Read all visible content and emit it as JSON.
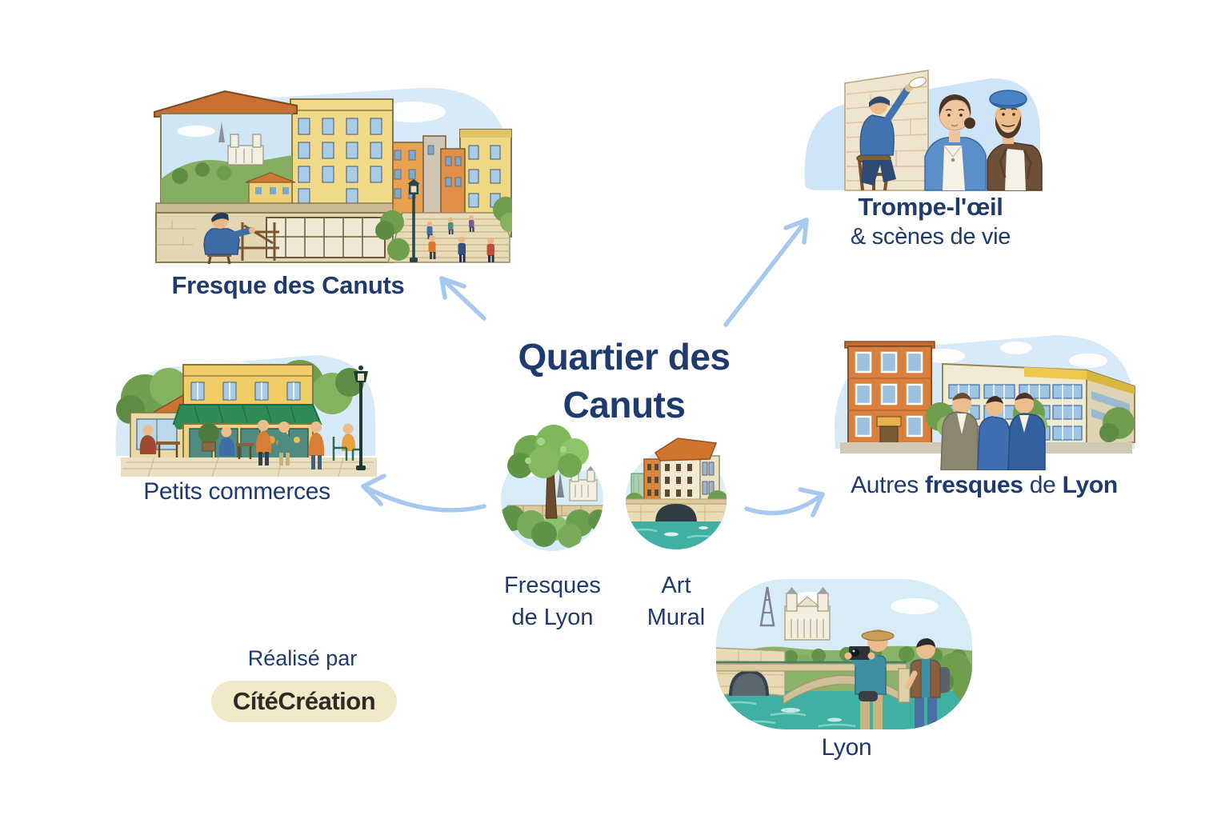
{
  "diagram": {
    "center_title": {
      "line1": "Quartier des",
      "line2": "Canuts"
    },
    "hub": {
      "fresques_de_lyon": {
        "line1": "Fresques",
        "line2": "de Lyon",
        "illustration": "tree-and-fourviere-basilica"
      },
      "art_mural": {
        "line1": "Art",
        "line2": "Mural",
        "illustration": "riverside-building-and-bridge"
      }
    },
    "nodes": {
      "fresque_des_canuts": {
        "caption": "Fresque des Canuts",
        "illustration": "weaver-at-loom-and-painted-staircase-mural"
      },
      "trompe_loeil": {
        "caption_line1": "Trompe-l'œil",
        "caption_line2": "& scènes de vie",
        "illustration": "muralist-painting-wall-with-couple"
      },
      "petits_commerces": {
        "caption": "Petits commerces",
        "illustration": "cafe-terrace-with-shoppers"
      },
      "autres_fresques": {
        "caption_part1": "Autres",
        "caption_part2": "fresques",
        "caption_part3": "de",
        "caption_part4": "Lyon",
        "illustration": "modern-buildings-with-three-men"
      },
      "lyon": {
        "caption": "Lyon",
        "illustration": "tourists-photographing-fourviere-and-bridge"
      }
    },
    "credit": {
      "prefix": "Réalisé par",
      "brand": "CítéCréation"
    },
    "colors": {
      "text_navy": "#1f3a6e",
      "arrow_blue": "#a7c9ef",
      "badge_bg": "#f2e9c8",
      "badge_text": "#2e2a24"
    }
  }
}
